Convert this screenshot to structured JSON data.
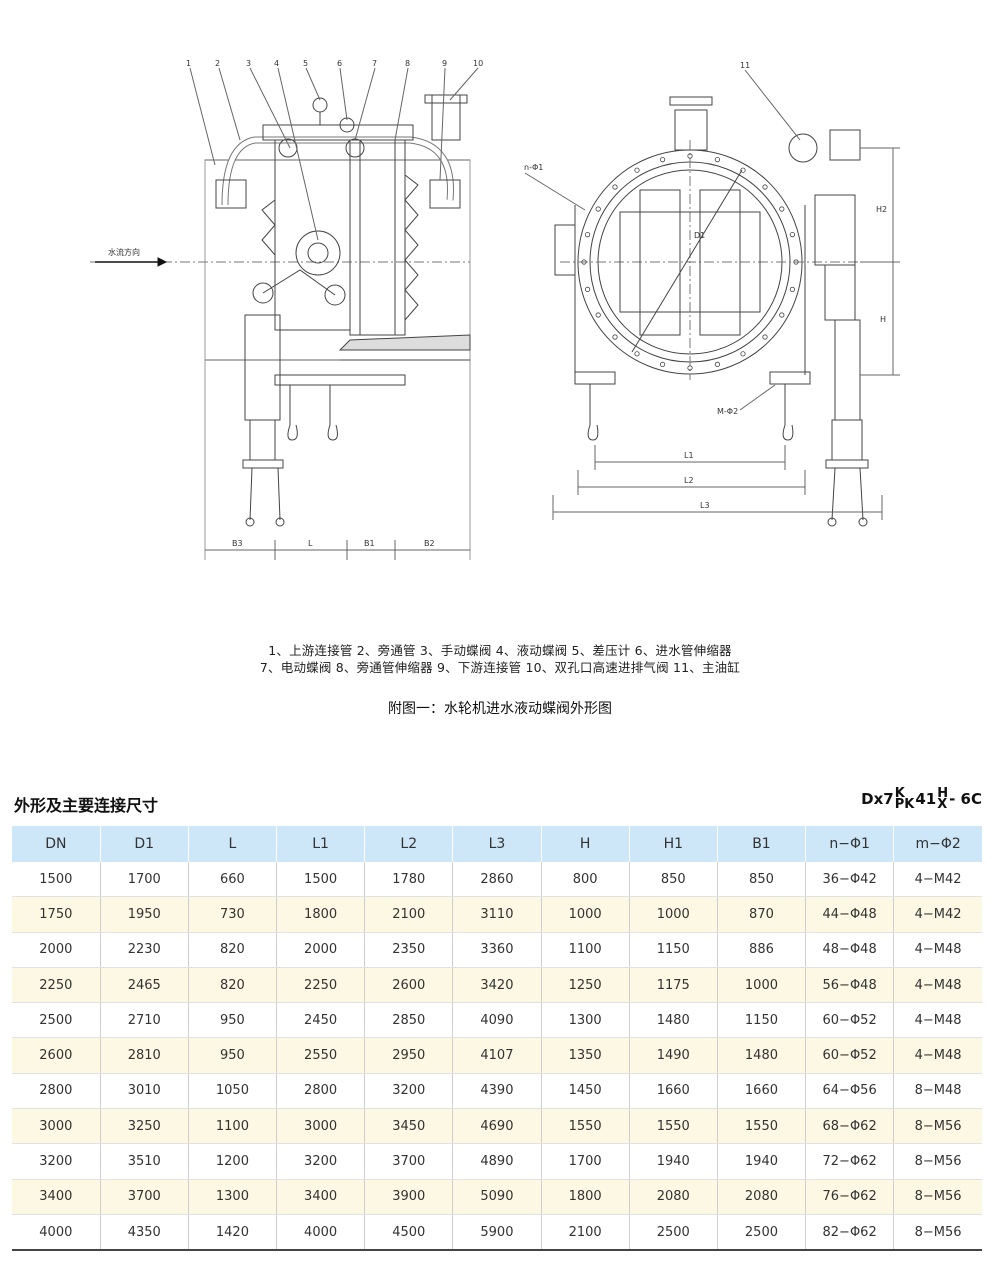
{
  "drawing": {
    "part_numbers": [
      "1",
      "2",
      "3",
      "4",
      "5",
      "6",
      "7",
      "8",
      "9",
      "10",
      "11"
    ],
    "flow_label": "水流方向",
    "side_dims": [
      "B3",
      "L",
      "B1",
      "B2"
    ],
    "front_labels": {
      "d1": "D1",
      "h": "H",
      "h2": "H2",
      "l1": "L1",
      "l2": "L2",
      "l3": "L3",
      "n_phi1": "n-Φ1",
      "m_phi2": "M-Φ2"
    }
  },
  "legend": {
    "line1": "1、上游连接管   2、旁通管   3、手动蝶阀   4、液动蝶阀   5、差压计   6、进水管伸缩器",
    "line2": "7、电动蝶阀   8、旁通管伸缩器   9、下游连接管   10、双孔口高速进排气阀   11、主油缸"
  },
  "caption": "附图一：水轮机进水液动蝶阀外形图",
  "section_title": "外形及主要连接尺寸",
  "model": {
    "prefix": "Dx7",
    "stack1_top": "K",
    "stack1_bottom": "PK",
    "mid": "41",
    "stack2_top": "H",
    "stack2_bottom": "X",
    "suffix": "- 6C"
  },
  "table": {
    "headers": [
      "DN",
      "D1",
      "L",
      "L1",
      "L2",
      "L3",
      "H",
      "H1",
      "B1",
      "n−Φ1",
      "m−Φ2"
    ],
    "rows": [
      [
        "1500",
        "1700",
        "660",
        "1500",
        "1780",
        "2860",
        "800",
        "850",
        "850",
        "36−Φ42",
        "4−M42"
      ],
      [
        "1750",
        "1950",
        "730",
        "1800",
        "2100",
        "3110",
        "1000",
        "1000",
        "870",
        "44−Φ48",
        "4−M42"
      ],
      [
        "2000",
        "2230",
        "820",
        "2000",
        "2350",
        "3360",
        "1100",
        "1150",
        "886",
        "48−Φ48",
        "4−M48"
      ],
      [
        "2250",
        "2465",
        "820",
        "2250",
        "2600",
        "3420",
        "1250",
        "1175",
        "1000",
        "56−Φ48",
        "4−M48"
      ],
      [
        "2500",
        "2710",
        "950",
        "2450",
        "2850",
        "4090",
        "1300",
        "1480",
        "1150",
        "60−Φ52",
        "4−M48"
      ],
      [
        "2600",
        "2810",
        "950",
        "2550",
        "2950",
        "4107",
        "1350",
        "1490",
        "1480",
        "60−Φ52",
        "4−M48"
      ],
      [
        "2800",
        "3010",
        "1050",
        "2800",
        "3200",
        "4390",
        "1450",
        "1660",
        "1660",
        "64−Φ56",
        "8−M48"
      ],
      [
        "3000",
        "3250",
        "1100",
        "3000",
        "3450",
        "4690",
        "1550",
        "1550",
        "1550",
        "68−Φ62",
        "8−M56"
      ],
      [
        "3200",
        "3510",
        "1200",
        "3200",
        "3700",
        "4890",
        "1700",
        "1940",
        "1940",
        "72−Φ62",
        "8−M56"
      ],
      [
        "3400",
        "3700",
        "1300",
        "3400",
        "3900",
        "5090",
        "1800",
        "2080",
        "2080",
        "76−Φ62",
        "8−M56"
      ],
      [
        "4000",
        "4350",
        "1420",
        "4000",
        "4500",
        "5900",
        "2100",
        "2500",
        "2500",
        "82−Φ62",
        "8−M56"
      ]
    ]
  }
}
